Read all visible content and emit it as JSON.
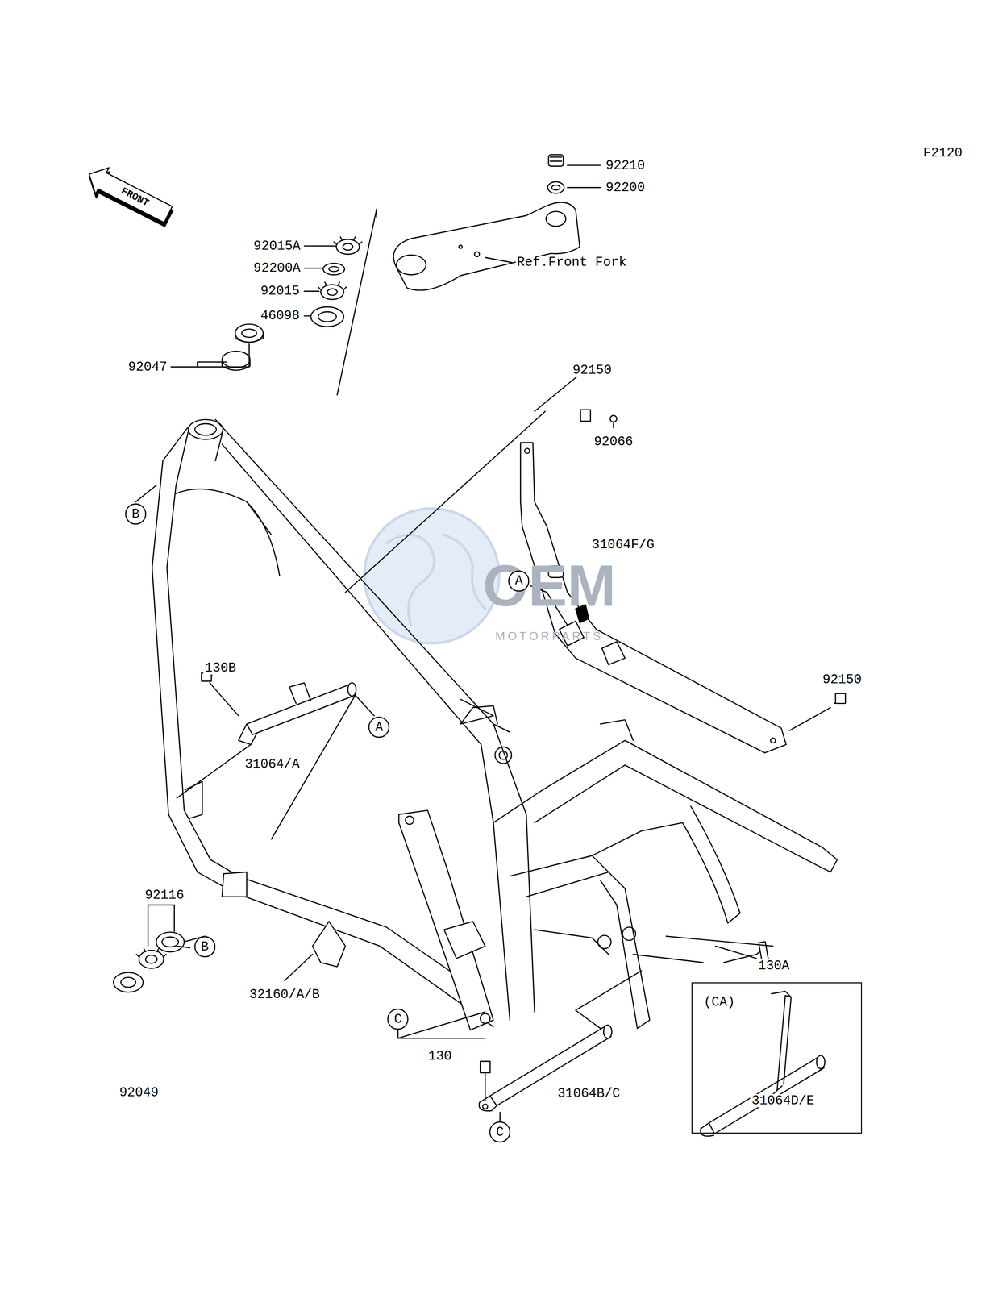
{
  "diagram": {
    "nodes": [
      {
        "text": [
          "B"
        ]
      },
      {
        "text": [
          "A"
        ]
      },
      {
        "text": [
          "A"
        ]
      },
      {
        "text": [
          "B"
        ]
      },
      {
        "text": [
          "(CA)",
          "31064D/E"
        ]
      },
      {
        "text": [
          "C"
        ]
      },
      {
        "text": [
          "C"
        ]
      }
    ],
    "labels": [
      "F2120",
      "FRONT",
      "92210",
      "92200",
      "92015A",
      "92200A",
      "92015",
      "Ref.Front Fork",
      "46098",
      "92047",
      "92150",
      "92066",
      "31064F/G",
      "OEM",
      "MOTORPARTS",
      "130B",
      "92150",
      "31064/A",
      "92116",
      "130A",
      "32160/A/B",
      "130",
      "92049",
      "31064B/C"
    ]
  }
}
